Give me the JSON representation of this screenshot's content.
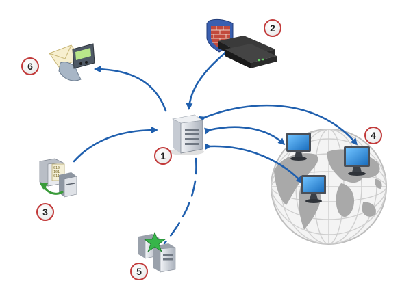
{
  "diagram": {
    "badges": [
      {
        "id": "server",
        "label": "1"
      },
      {
        "id": "firewall",
        "label": "2"
      },
      {
        "id": "data-source",
        "label": "3"
      },
      {
        "id": "internet",
        "label": "4"
      },
      {
        "id": "standby",
        "label": "5"
      },
      {
        "id": "notification",
        "label": "6"
      }
    ],
    "colors": {
      "arrow": "#1f5fae",
      "badge_fill": "#ffffff",
      "badge_ring": "#c23a3a",
      "badge_text": "#222222",
      "globe_land": "#a9a9a9",
      "globe_lines": "#c8c8c8",
      "server_body": "#d9dde3",
      "monitor_screen": "#2f8fd8",
      "firewall_brick": "#b8443a"
    },
    "icons": [
      "server-icon",
      "firewall-icon",
      "data-conversion-icon",
      "globe-icon",
      "monitor-icon",
      "standby-server-icon",
      "notification-pager-icon"
    ]
  }
}
